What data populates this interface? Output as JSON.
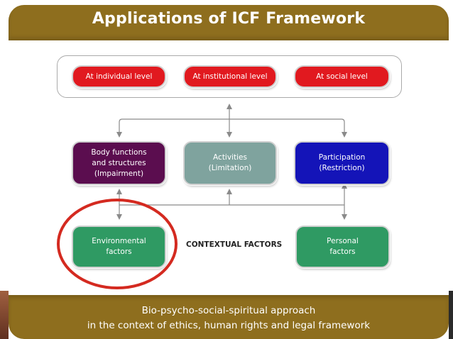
{
  "title": "Applications of ICF Framework",
  "levels": [
    {
      "label": "At individual level"
    },
    {
      "label": "At institutional level"
    },
    {
      "label": "At social level"
    }
  ],
  "components": {
    "body_functions": [
      "Body functions",
      "and structures",
      "(Impairment)"
    ],
    "activities": [
      "Activities",
      "(Limitation)"
    ],
    "participation": [
      "Participation",
      "(Restriction)"
    ]
  },
  "contextual": {
    "environmental": [
      "Environmental",
      "factors"
    ],
    "label": "CONTEXTUAL FACTORS",
    "personal": [
      "Personal",
      "factors"
    ]
  },
  "footer": {
    "line1": "Bio-psycho-social-spiritual approach",
    "line2": "in the context of ethics, human rights and legal framework"
  },
  "colors": {
    "band": "#8e6e1e",
    "red": "#e1191f",
    "purple": "#5b0d4f",
    "teal": "#7fa39e",
    "blue": "#1414b8",
    "green": "#2f9a63",
    "highlight_circle": "#d42a20"
  }
}
